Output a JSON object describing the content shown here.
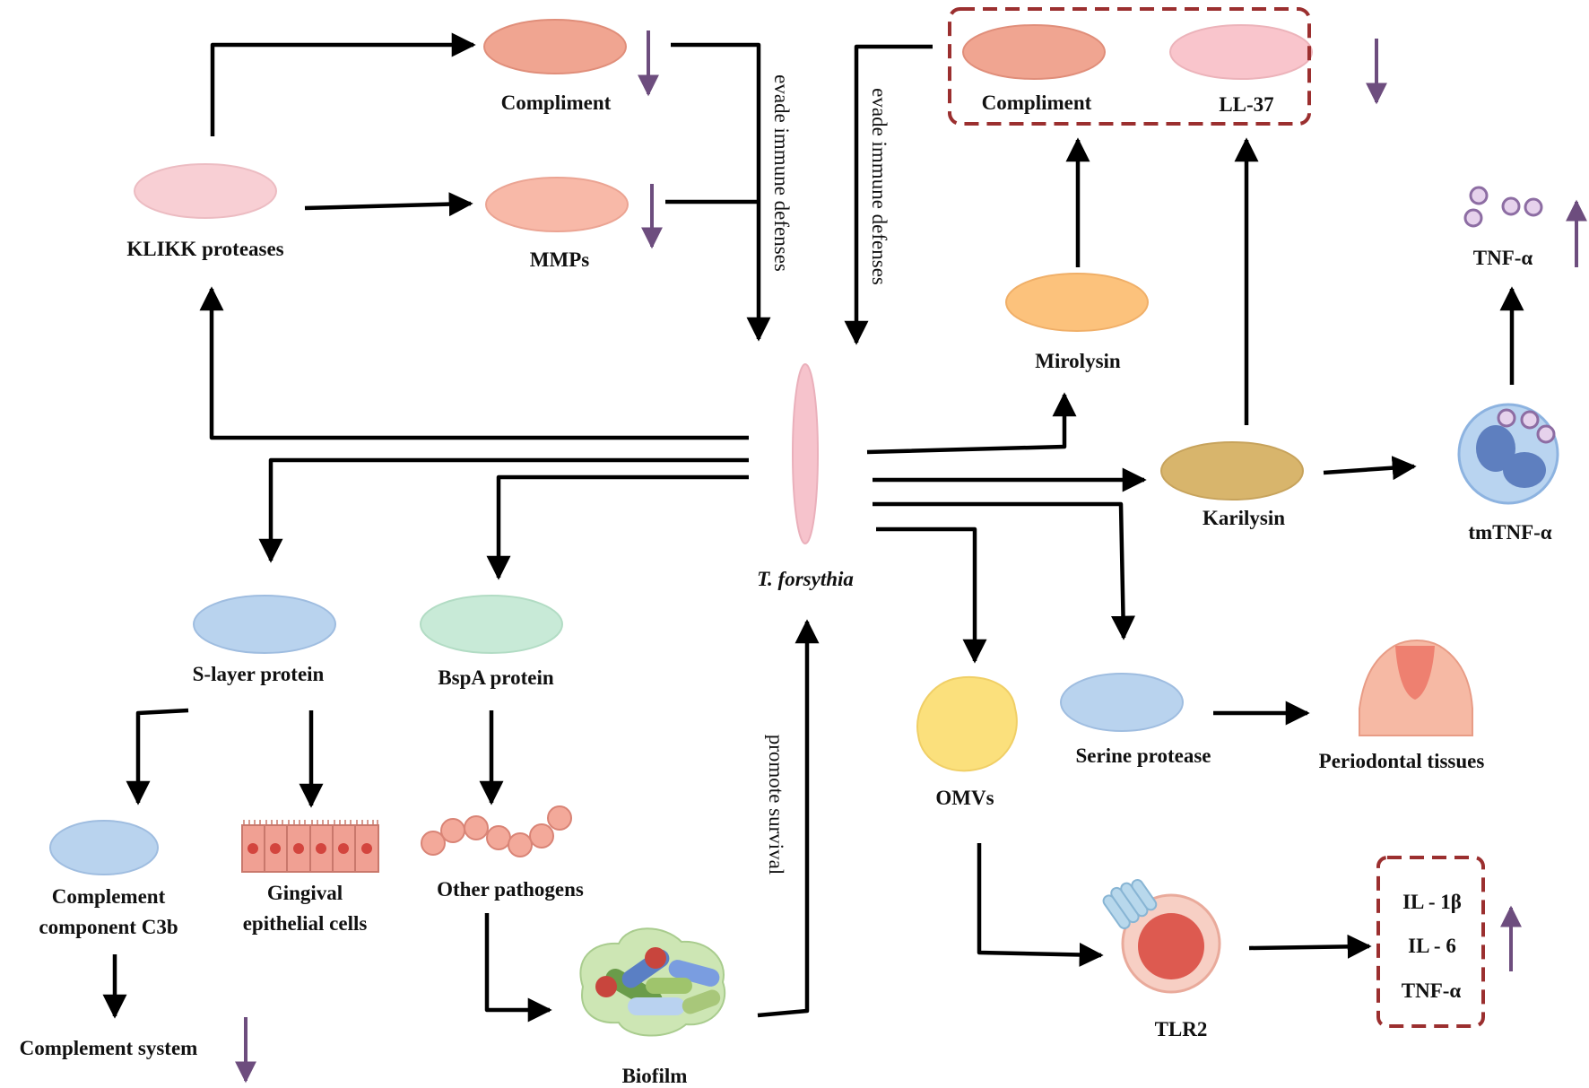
{
  "labels": {
    "compliment_top": "Compliment",
    "mmps": "MMPs",
    "klikk": "KLIKK proteases",
    "compliment_box": "Compliment",
    "ll37": "LL-37",
    "tnf_top": "TNF-α",
    "mirolysin": "Mirolysin",
    "karilysin": "Karilysin",
    "tmtnf": "tmTNF-α",
    "t_forsythia": "T. forsythia",
    "s_layer": "S-layer protein",
    "bspa": "BspA protein",
    "complement_c3b_1": "Complement",
    "complement_c3b_2": "component C3b",
    "gingival_1": "Gingival",
    "gingival_2": "epithelial cells",
    "other_pathogens": "Other pathogens",
    "complement_system": "Complement system",
    "biofilm": "Biofilm",
    "omvs": "OMVs",
    "serine_protease": "Serine protease",
    "periodontal": "Periodontal tissues",
    "tlr2": "TLR2",
    "il1b": "IL - 1β",
    "il6": "IL - 6",
    "tnf_box": "TNF-α",
    "evade_1": "evade immune defenses",
    "evade_2": "evade immune defenses",
    "promote_survival": "promote survival"
  },
  "colors": {
    "down_up_arrow": "#6d4d7e",
    "dashed_box": "#9b2f2f",
    "compliment": "#f0a591",
    "mmps": "#f8b9a8",
    "klikk": "#f8cfd4",
    "ll37": "#f9c5cc",
    "mirolysin": "#fcc27c",
    "karilysin": "#d8b56c",
    "t_forsythia": "#f6c3cc",
    "s_layer": "#b9d3ee",
    "bspa": "#c8ead7",
    "omvs": "#fbe07c"
  },
  "indicators": {
    "compliment_top": "down",
    "mmps": "down",
    "box_top": "down",
    "tnf_top": "up",
    "complement_system": "down",
    "cytokines": "up"
  }
}
